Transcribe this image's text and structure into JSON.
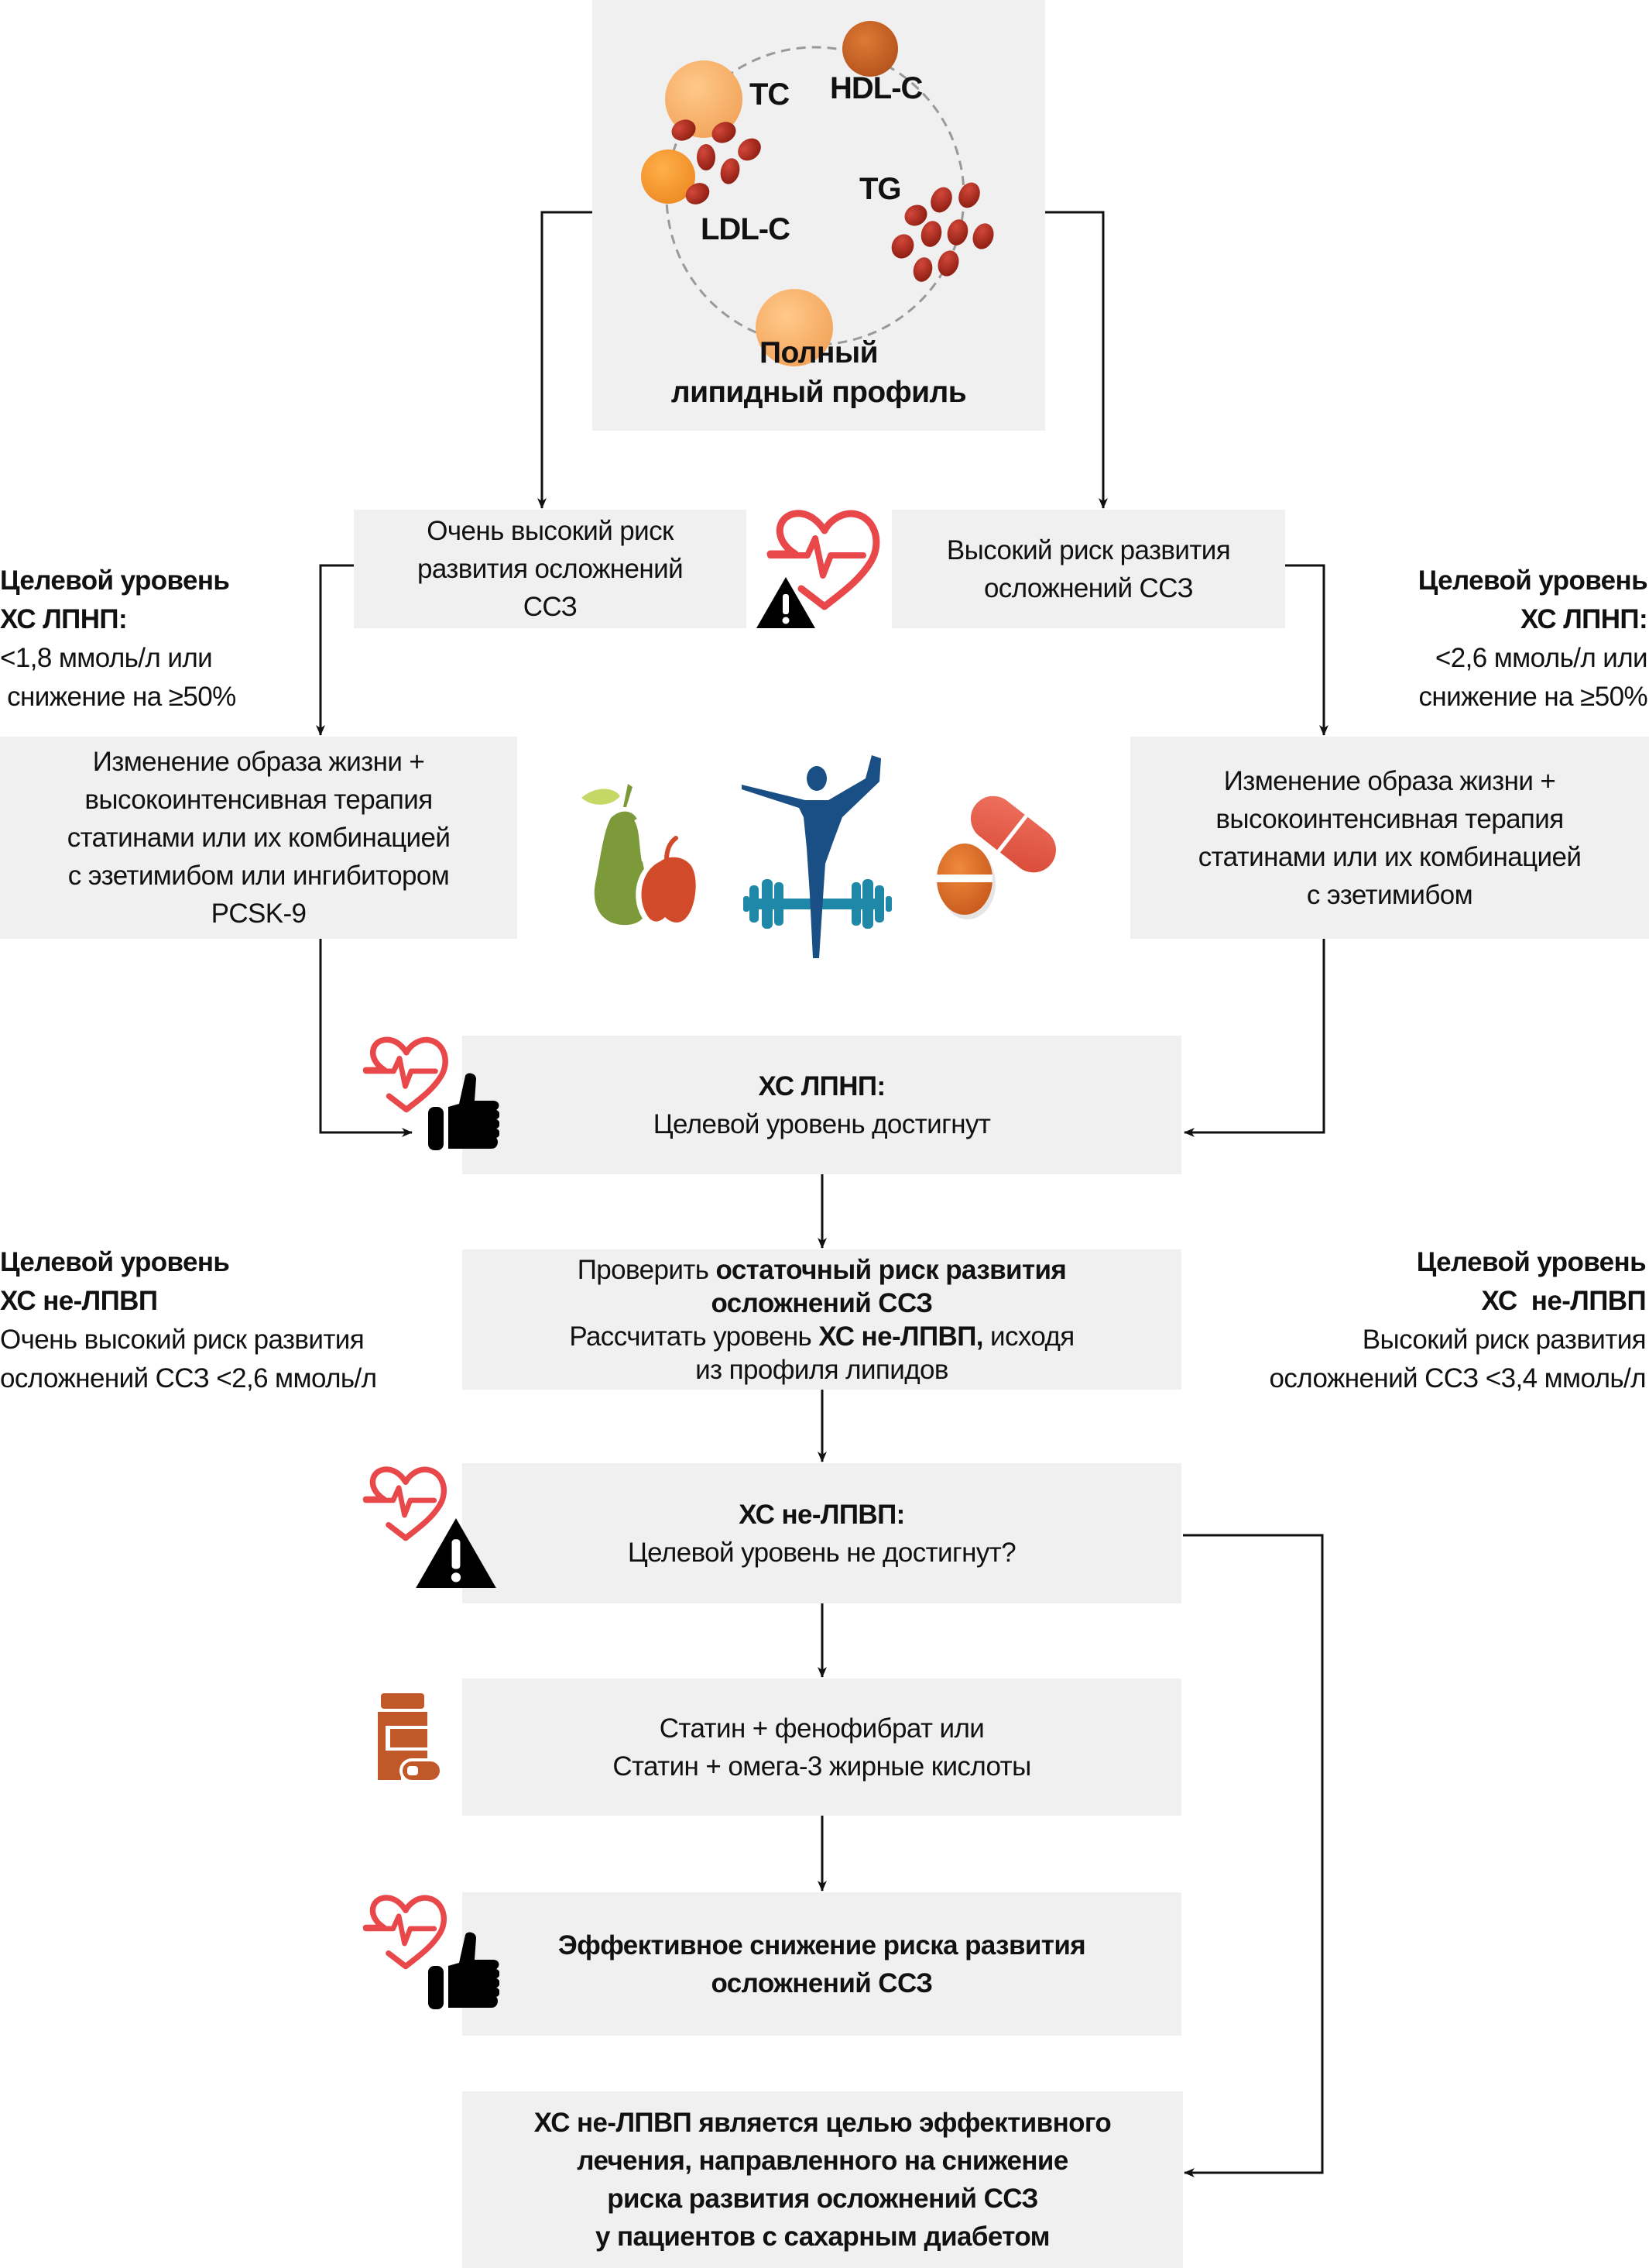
{
  "colors": {
    "box_bg": "#f0f0f0",
    "line": "#111111",
    "heart_red": "#e8484a",
    "bottle_orange": "#c0582a",
    "pear_green": "#7d9a3a",
    "leaf_green": "#c5d865",
    "apple_red": "#d14b2b",
    "athlete_blue": "#1a4f85",
    "dumbbell_teal": "#1f87a8",
    "capsule_red": "#e05a45",
    "tablet_orange": "#d8692a",
    "lipid_light": "#f7b26e",
    "lipid_orange": "#f3942f",
    "lipid_hdl": "#c55f22",
    "lipid_tg": "#a9281c"
  },
  "lipid_profile": {
    "labels": {
      "tc": "TC",
      "hdl": "HDL-C",
      "tg": "TG",
      "ldl": "LDL-C"
    },
    "title_lines": [
      "Полный",
      "липидный профиль"
    ]
  },
  "risk": {
    "very_high": [
      "Очень высокий риск",
      "развития осложнений",
      "ССЗ"
    ],
    "high": [
      "Высокий риск развития",
      "осложнений ССЗ"
    ]
  },
  "ldl_target_left": {
    "heading": [
      "Целевой уровень",
      "ХС ЛПНП:"
    ],
    "values": [
      "<1,8 ммоль/л или",
      " снижение на ≥50%"
    ]
  },
  "ldl_target_right": {
    "heading": [
      "Целевой уровень",
      "ХС ЛПНП:"
    ],
    "values": [
      "<2,6 ммоль/л или",
      "снижение на ≥50%"
    ]
  },
  "therapy": {
    "left": [
      "Изменение образа жизни +",
      "высокоинтенсивная терапия",
      "статинами или их комбинацией",
      "с эзетимибом или ингибитором",
      "PCSK-9"
    ],
    "right": [
      "Изменение образа жизни +",
      "высокоинтенсивная терапия",
      "статинами или их комбинацией",
      "с эзетимибом"
    ]
  },
  "icons": [
    "heart-ecg-icon",
    "warning-icon",
    "fruit-icon",
    "exercise-icon",
    "pills-icon",
    "thumbs-up-icon",
    "medicine-bottle-icon"
  ],
  "ldl_achieved": {
    "heading": "ХС ЛПНП:",
    "text": "Целевой уровень достигнут"
  },
  "residual": {
    "line1_normal": "Проверить ",
    "line1_bold": "остаточный риск развития",
    "line2_bold": "осложнений ССЗ",
    "line3_normal_a": "Рассчитать уровень ",
    "line3_bold": "ХС не-ЛПВП,",
    "line3_normal_b": " исходя",
    "line4": "из профиля липидов"
  },
  "nonhdl_target_left": {
    "heading": [
      "Целевой уровень",
      "ХС не-ЛПВП"
    ],
    "values": [
      "Очень высокий риск развития",
      "осложнений ССЗ <2,6 ммоль/л"
    ]
  },
  "nonhdl_target_right": {
    "heading": [
      "Целевой уровень",
      "ХС  не-ЛПВП"
    ],
    "values": [
      "Высокий риск развития",
      "осложнений ССЗ <3,4 ммоль/л"
    ]
  },
  "nonhdl_not_achieved": {
    "heading": "ХС не-ЛПВП:",
    "text": "Целевой уровень не достигнут?"
  },
  "combination": [
    "Статин + фенофибрат или",
    "Статин + омега-3 жирные кислоты"
  ],
  "effective": [
    "Эффективное снижение риска развития",
    "осложнений ССЗ"
  ],
  "conclusion": [
    "ХС не-ЛПВП является целью эффективного",
    "лечения, направленного на снижение",
    "риска развития осложнений ССЗ",
    "у пациентов с сахарным диабетом"
  ]
}
